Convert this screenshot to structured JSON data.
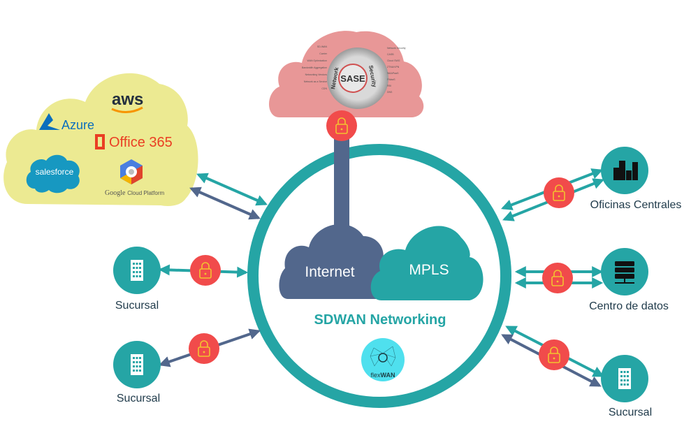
{
  "colors": {
    "teal": "#25a5a5",
    "slate": "#52678c",
    "lock_red": "#f14b4b",
    "lock_yellow": "#f2c230",
    "sase_cloud": "#e89797",
    "saas_cloud": "#ecea92",
    "label_dark": "#1f3a4a",
    "flexwan_bg": "#4fe0ee"
  },
  "sase": {
    "title": "SASE",
    "left_arc": "Network",
    "right_arc": "Security",
    "network_items": [
      "SD-WAN",
      "Carrier",
      "WAN Optimization",
      "Bandwidth Aggregation",
      "Networking Vendors",
      "Network as a Service",
      "CDN"
    ],
    "security_items": [
      "Network Security",
      "CASB",
      "Cloud SWG",
      "ZTNA/VPN",
      "WAAPaaS",
      "FWaaS",
      "RBI",
      "DNS"
    ]
  },
  "saas": {
    "providers": [
      "aws",
      "Azure",
      "Office 365",
      "salesforce",
      "Google Cloud Platform"
    ],
    "google_word": "Google",
    "gcp_suffix": "Cloud Platform"
  },
  "core": {
    "internet": "Internet",
    "mpls": "MPLS",
    "title": "SDWAN Networking",
    "badge_brand_light": "flex",
    "badge_brand_bold": "WAN"
  },
  "sites": {
    "branch_left_top": "Sucursal",
    "branch_left_bottom": "Sucursal",
    "headquarters": "Oficinas Centrales",
    "datacenter": "Centro de datos",
    "branch_right": "Sucursal"
  },
  "icons": {
    "lock": "lock-icon",
    "building": "office-building-icon",
    "city": "city-buildings-icon",
    "server": "server-rack-icon"
  }
}
